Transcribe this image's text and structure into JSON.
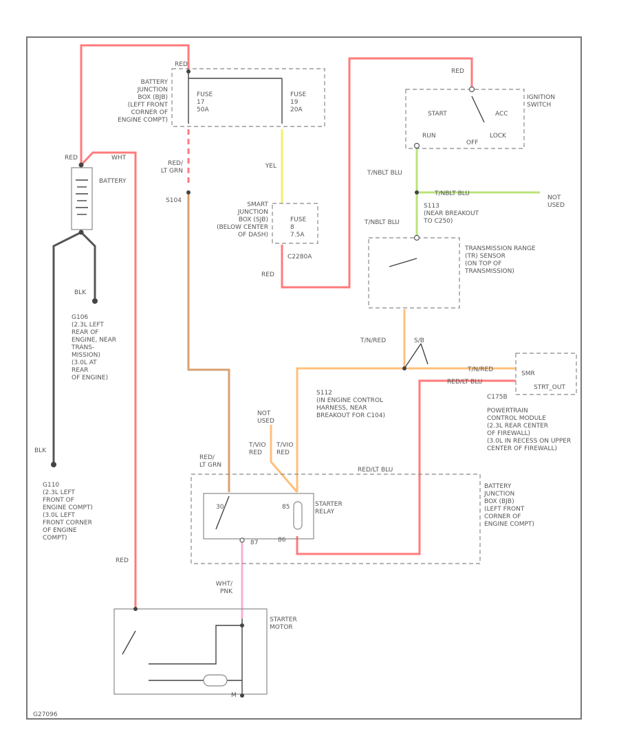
{
  "labels": {
    "battery_top_red": "RED",
    "bjb_title": "BATTERY\nJUNCTION\nBOX (BJB)\n(LEFT FRONT\nCORNER OF\nENGINE COMPT)",
    "fuse17": "FUSE\n17\n50A",
    "fuse19": "FUSE\n19\n20A",
    "red_ltgrn_top": "RED/\nLT GRN",
    "s104": "S104",
    "yel": "YEL",
    "sjb_title": "SMART\nJUNCTION\nBOX (SJB)\n(BELOW CENTER\nOF DASH)",
    "c2280a": "C2280A",
    "fuse8": "FUSE\n8\n7.5A",
    "red_left_of_sjb": "RED",
    "battery_red": "RED",
    "battery_wht": "WHT",
    "battery": "BATTERY",
    "blk_upper": "BLK",
    "g106": "G106\n(2.3L LEFT\nREAR OF\nENGINE, NEAR\nTRANS-\nMISSION)\n(3.0L AT\nREAR\nOF ENGINE)",
    "blk_lower": "BLK",
    "g110": "G110\n(2.3L LEFT\nFRONT OF\nENGINE COMPT)\n(3.0L LEFT\nFRONT CORNER\nOF ENGINE\nCOMPT)",
    "red_motor": "RED",
    "red_ign": "RED",
    "ignition_switch": "IGNITION\nSWITCH",
    "start": "START",
    "acc": "ACC",
    "run": "RUN",
    "off": "OFF",
    "lock": "LOCK",
    "tnblt_blu_1": "T/NBLT BLU",
    "tnblt_blu_2": "T/NBLT BLU",
    "tnblt_blu_3": "T/NBLT BLU",
    "not_used_1": "NOT\nUSED",
    "s113": "S113\n(NEAR BREAKOUT\nTO C250)",
    "trs": "TRANSMISSION RANGE\n(TR) SENSOR\n(ON TOP OF\nTRANSMISSION)",
    "tn_red": "T/N/RED",
    "s_box": "S/B",
    "tnred_pcm": "T/N/RED",
    "rednlt_blu_pcm": "RED/LT BLU",
    "s112": "S112\n(IN ENGINE CONTROL\nHARNESS, NEAR\nBREAKOUT FOR C104)",
    "not_used_2": "NOT\nUSED",
    "pcm_pin": "SMR",
    "pcm_sig": "STRT_OUT",
    "c175b": "C175B",
    "pcm_title": "POWERTRAIN\nCONTROL MODULE\n(2.3L REAR CENTER\nOF FIREWALL)\n(3.0L IN RECESS ON UPPER\nCENTER OF FIREWALL)",
    "tvio_red_1": "T/VIO\nRED",
    "tvio_red_2": "T/VIO\nRED",
    "red_ltblu": "RED/LT BLU",
    "red_ltgrn_relay": "RED/\nLT GRN",
    "bjb2_title": "BATTERY\nJUNCTION\nBOX (BJB)\n(LEFT FRONT\nCORNER OF\nENGINE COMPT)",
    "starter_relay": "STARTER\nRELAY",
    "pin30": "30",
    "pin85": "85",
    "pin87": "87",
    "pin86": "86",
    "wht_pnk": "WHT/\nPNK",
    "starter_motor": "STARTER\nMOTOR",
    "pin_m": "M",
    "code": "G27096"
  }
}
